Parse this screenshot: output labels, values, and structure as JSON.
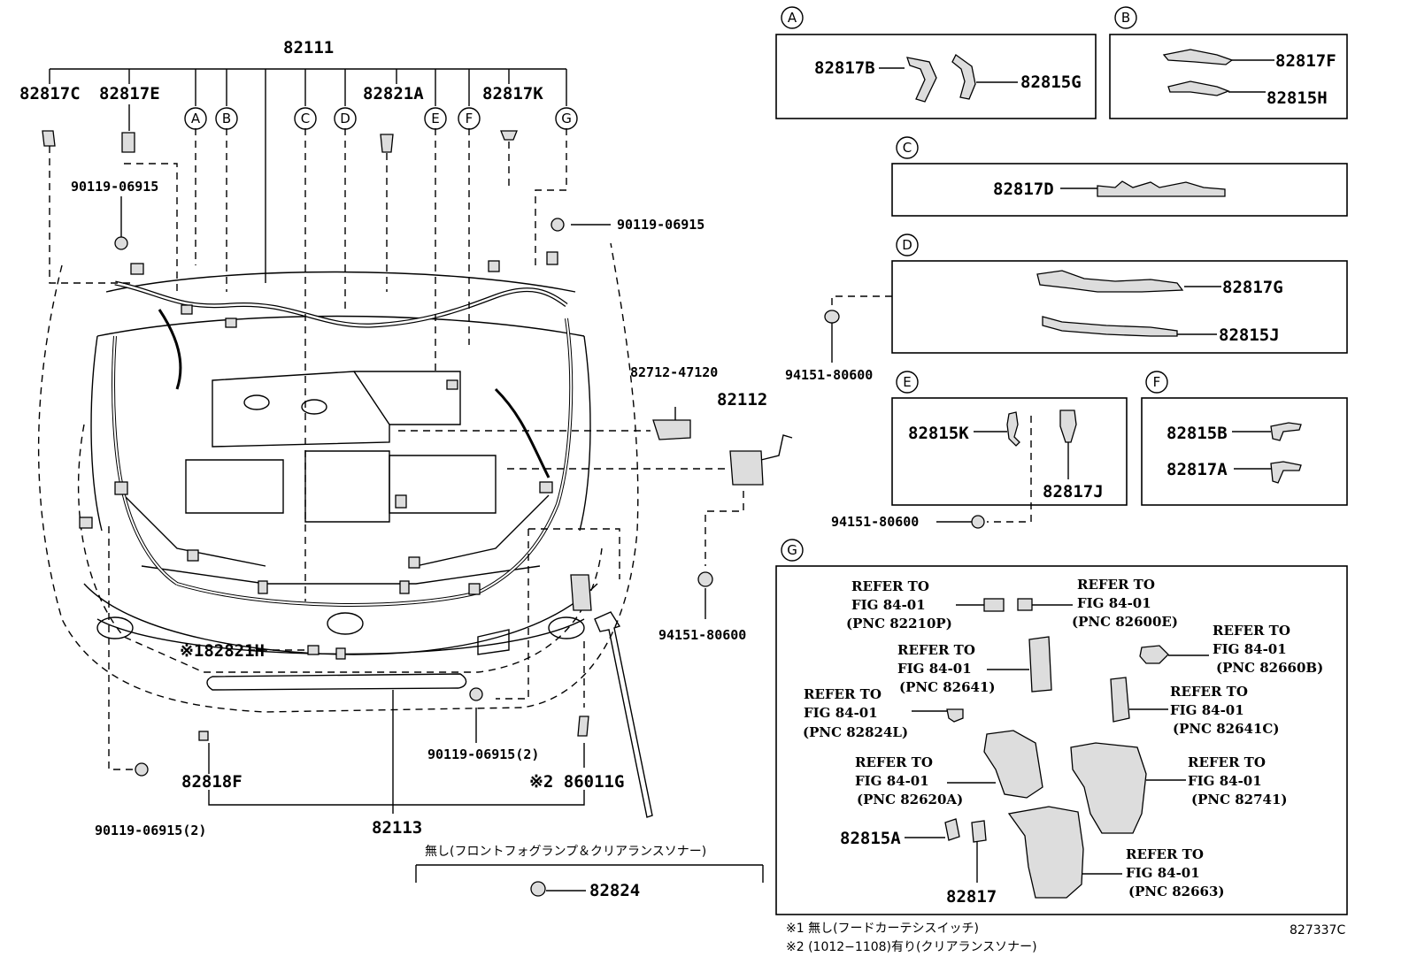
{
  "main_labels": {
    "p82111": "82111",
    "p82817C": "82817C",
    "p82817E": "82817E",
    "p82821A": "82821A",
    "p82817K": "82817K",
    "bolt_a": "90119-06915",
    "bolt_b": "90119-06915",
    "p82712": "82712-47120",
    "p82112": "82112",
    "clip_a": "94151-80600",
    "clip_b": "94151-80600",
    "p82821H": "※182821H",
    "bolt_c": "90119-06915(2)",
    "p86011G": "※2 86011G",
    "p82818F": "82818F",
    "bolt_d": "90119-06915(2)",
    "p82113": "82113",
    "note_no_fog": "無し(フロントフォグランプ＆クリアランスソナー)",
    "p82824": "82824"
  },
  "callout_letters": [
    "A",
    "B",
    "C",
    "D",
    "E",
    "F",
    "G"
  ],
  "box_A": {
    "left": "82817B",
    "right": "82815G"
  },
  "box_B": {
    "top": "82817F",
    "bottom": "82815H"
  },
  "box_C": {
    "part": "82817D"
  },
  "box_D": {
    "top": "82817G",
    "bottom": "82815J",
    "clip": "94151-80600"
  },
  "box_E": {
    "left": "82815K",
    "right": "82817J",
    "clip": "94151-80600"
  },
  "box_F": {
    "top": "82815B",
    "bottom": "82817A"
  },
  "box_G": {
    "refer": "REFER TO",
    "fig": "FIG 84-01",
    "pnc": [
      "(PNC 82210P)",
      "(PNC 82600E)",
      "(PNC 82641)",
      "(PNC 82660B)",
      "(PNC 82824L)",
      "(PNC 82641C)",
      "(PNC 82620A)",
      "(PNC 82741)",
      "(PNC 82663)"
    ],
    "p82815A": "82815A",
    "p82817": "82817"
  },
  "footnotes": {
    "n1": "※1 無し(フードカーテシスイッチ)",
    "n2": "※2 (1012−1108)有り(クリアランスソナー)",
    "figno": "827337C"
  }
}
